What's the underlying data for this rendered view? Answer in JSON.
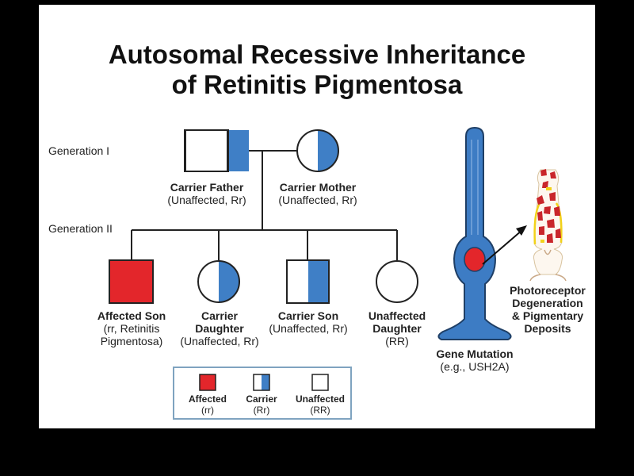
{
  "title": {
    "line1": "Autosomal Recessive Inheritance",
    "line2": "of Retinitis Pigmentosa"
  },
  "generations": {
    "gen1": "Generation I",
    "gen2": "Generation II"
  },
  "parents": {
    "father": {
      "name": "Carrier Father",
      "detail": "(Unaffected, Rr)"
    },
    "mother": {
      "name": "Carrier Mother",
      "detail": "(Unaffected, Rr)"
    }
  },
  "children": [
    {
      "name": "Affected Son",
      "detail1": "(rr, Retinitis",
      "detail2": "Pigmentosa)"
    },
    {
      "name1": "Carrier",
      "name2": "Daughter",
      "detail": "(Unaffected, Rr)"
    },
    {
      "name": "Carrier Son",
      "detail": "(Unaffected, Rr)"
    },
    {
      "name1": "Unaffected",
      "name2": "Daughter",
      "detail": "(RR)"
    }
  ],
  "legend": {
    "affected": {
      "label": "Affected",
      "genotype": "(rr)"
    },
    "carrier": {
      "label": "Carrier",
      "genotype": "(Rr)"
    },
    "unaffected": {
      "label": "Unaffected",
      "genotype": "(RR)"
    }
  },
  "illustration": {
    "gene_label": "Gene Mutation",
    "gene_example": "(e.g., USH2A)",
    "degeneration_line1": "Photoreceptor",
    "degeneration_line2": "Degeneration",
    "degeneration_line3": "& Pigmentary",
    "degeneration_line4": "Deposits"
  },
  "colors": {
    "affected": "#e3262b",
    "carrier": "#3f7fc6",
    "outline": "#222222",
    "cell_blue": "#3d7cc4",
    "pigment_yellow": "#f2d21a"
  }
}
